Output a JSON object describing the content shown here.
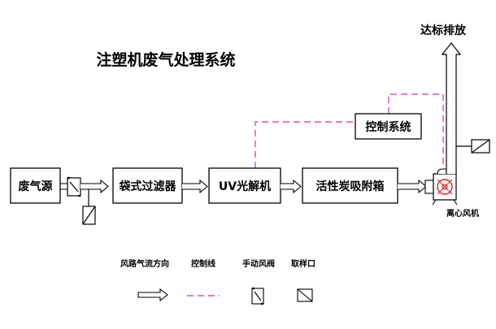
{
  "title": "注塑机废气处理系统",
  "boxes": {
    "source": "废气源",
    "bag_filter": "袋式过滤器",
    "uv": "UV光解机",
    "carbon": "活性炭吸附箱",
    "control": "控制系统"
  },
  "labels": {
    "fan": "离心风机",
    "discharge": "达标排放"
  },
  "legend": {
    "airflow": "风路气流方向",
    "control_line": "控制线",
    "manual_valve": "手动风阀",
    "sampling_port": "取样口"
  },
  "colors": {
    "line": "#000000",
    "control_line": "#e048c8",
    "fan_red": "#d8202a"
  }
}
